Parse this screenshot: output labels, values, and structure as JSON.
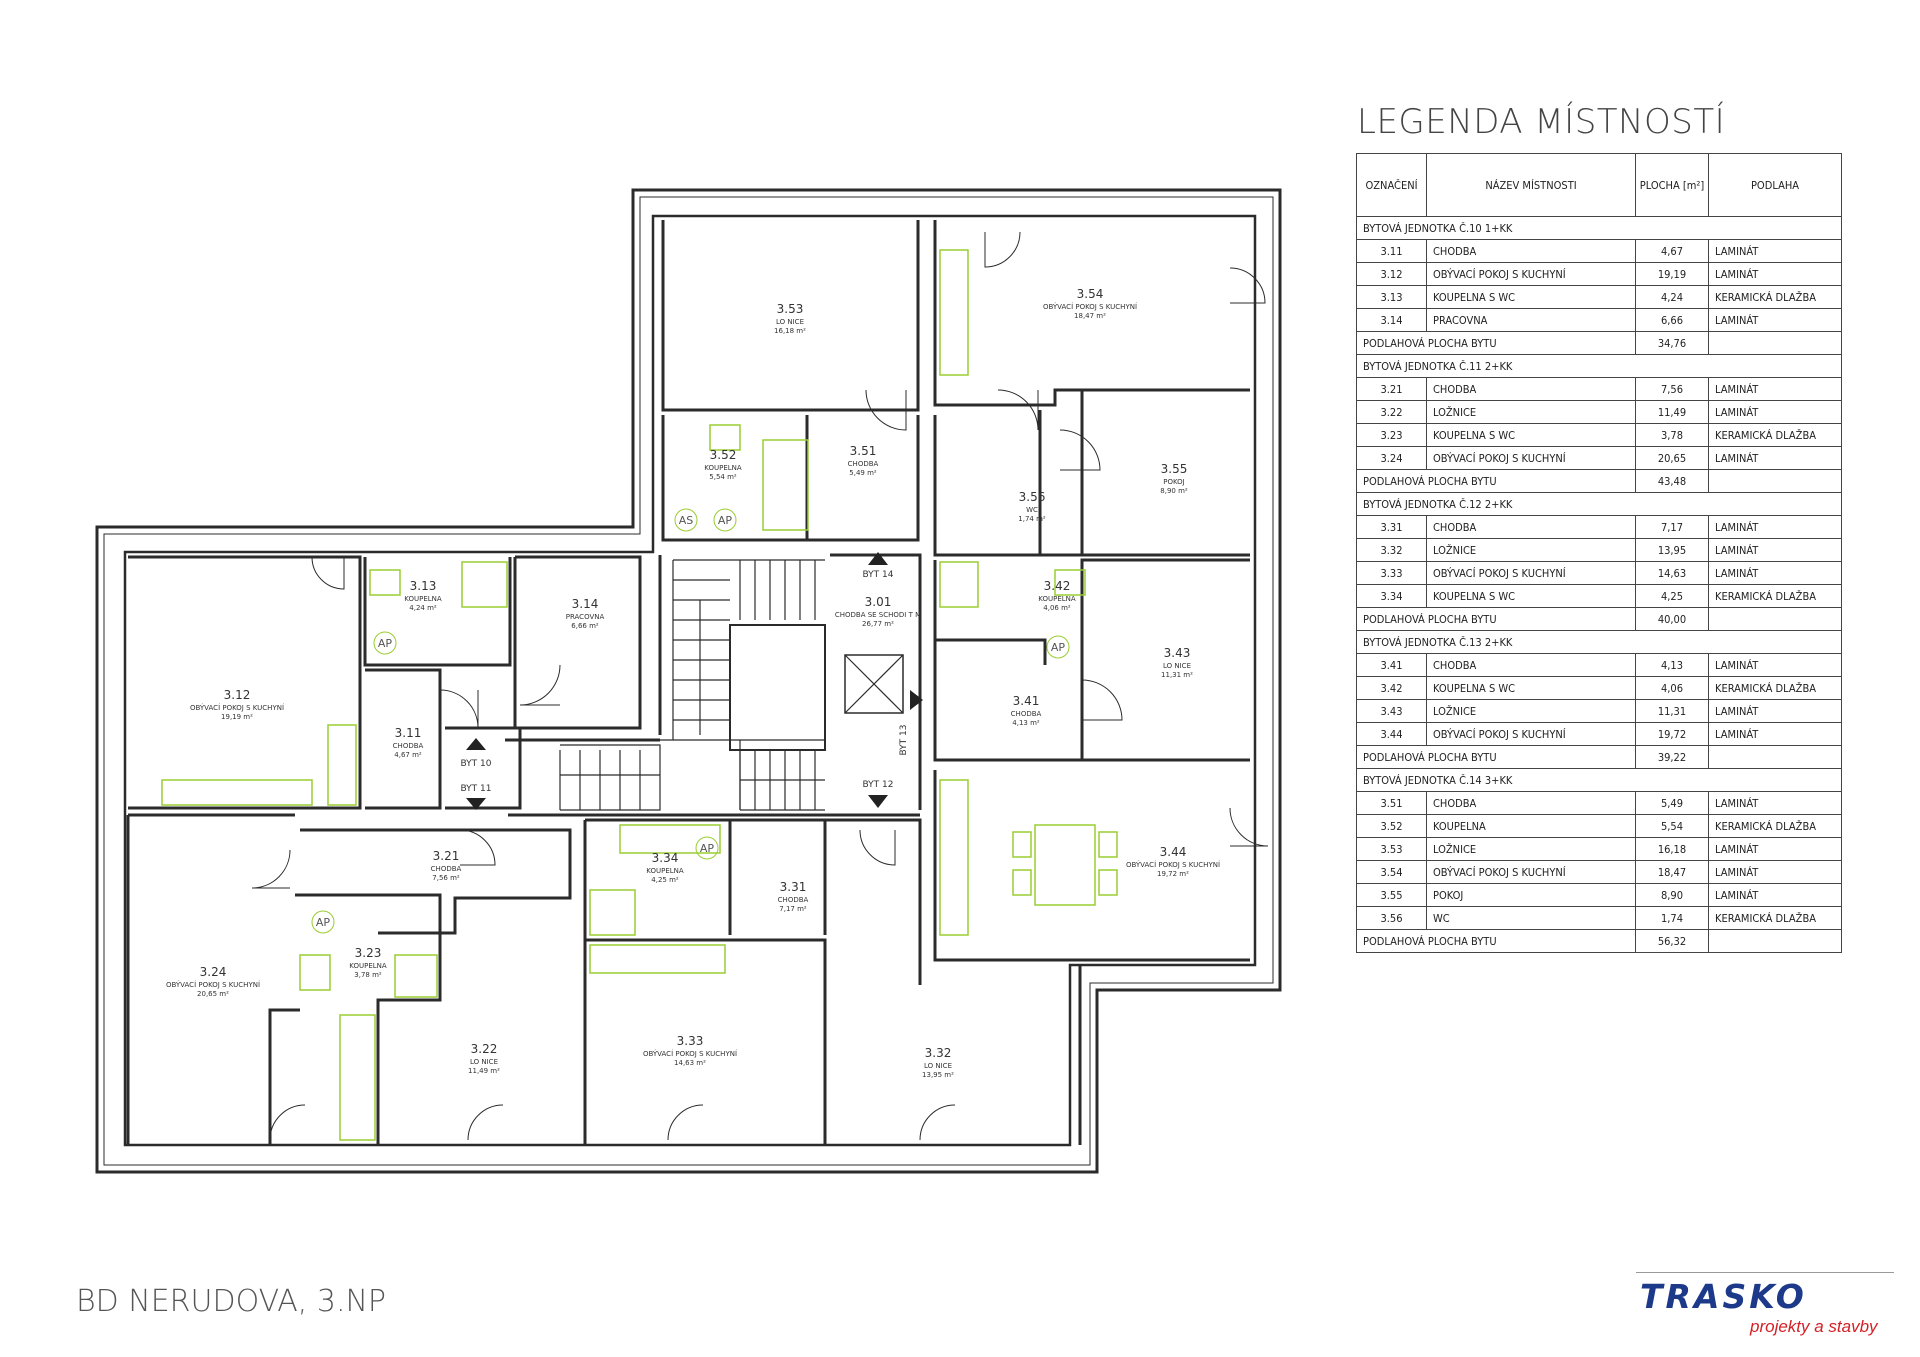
{
  "legend": {
    "title": "LEGENDA MÍSTNOSTÍ",
    "headers": [
      "OZNAČENÍ",
      "NÁZEV MÍSTNOSTI",
      "PLOCHA [m²]",
      "PODLAHA"
    ],
    "units": [
      {
        "name": "BYTOVÁ JEDNOTKA Č.10  1+KK",
        "rooms": [
          [
            "3.11",
            "CHODBA",
            "4,67",
            "LAMINÁT"
          ],
          [
            "3.12",
            "OBÝVACÍ POKOJ S KUCHYNÍ",
            "19,19",
            "LAMINÁT"
          ],
          [
            "3.13",
            "KOUPELNA S WC",
            "4,24",
            "KERAMICKÁ DLAŽBA"
          ],
          [
            "3.14",
            "PRACOVNA",
            "6,66",
            "LAMINÁT"
          ]
        ],
        "total_label": "PODLAHOVÁ PLOCHA BYTU",
        "total": "34,76"
      },
      {
        "name": "BYTOVÁ JEDNOTKA Č.11  2+KK",
        "rooms": [
          [
            "3.21",
            "CHODBA",
            "7,56",
            "LAMINÁT"
          ],
          [
            "3.22",
            "LOŽNICE",
            "11,49",
            "LAMINÁT"
          ],
          [
            "3.23",
            "KOUPELNA S WC",
            "3,78",
            "KERAMICKÁ DLAŽBA"
          ],
          [
            "3.24",
            "OBÝVACÍ POKOJ S KUCHYNÍ",
            "20,65",
            "LAMINÁT"
          ]
        ],
        "total_label": "PODLAHOVÁ PLOCHA BYTU",
        "total": "43,48"
      },
      {
        "name": "BYTOVÁ JEDNOTKA Č.12  2+KK",
        "rooms": [
          [
            "3.31",
            "CHODBA",
            "7,17",
            "LAMINÁT"
          ],
          [
            "3.32",
            "LOŽNICE",
            "13,95",
            "LAMINÁT"
          ],
          [
            "3.33",
            "OBÝVACÍ POKOJ S KUCHYNÍ",
            "14,63",
            "LAMINÁT"
          ],
          [
            "3.34",
            "KOUPELNA S WC",
            "4,25",
            "KERAMICKÁ DLAŽBA"
          ]
        ],
        "total_label": "PODLAHOVÁ PLOCHA BYTU",
        "total": "40,00"
      },
      {
        "name": "BYTOVÁ JEDNOTKA Č.13  2+KK",
        "rooms": [
          [
            "3.41",
            "CHODBA",
            "4,13",
            "LAMINÁT"
          ],
          [
            "3.42",
            "KOUPELNA S WC",
            "4,06",
            "KERAMICKÁ DLAŽBA"
          ],
          [
            "3.43",
            "LOŽNICE",
            "11,31",
            "LAMINÁT"
          ],
          [
            "3.44",
            "OBÝVACÍ POKOJ S KUCHYNÍ",
            "19,72",
            "LAMINÁT"
          ]
        ],
        "total_label": "PODLAHOVÁ PLOCHA BYTU",
        "total": "39,22"
      },
      {
        "name": "BYTOVÁ JEDNOTKA Č.14  3+KK",
        "rooms": [
          [
            "3.51",
            "CHODBA",
            "5,49",
            "LAMINÁT"
          ],
          [
            "3.52",
            "KOUPELNA",
            "5,54",
            "KERAMICKÁ DLAŽBA"
          ],
          [
            "3.53",
            "LOŽNICE",
            "16,18",
            "LAMINÁT"
          ],
          [
            "3.54",
            "OBÝVACÍ POKOJ S KUCHYNÍ",
            "18,47",
            "LAMINÁT"
          ],
          [
            "3.55",
            "POKOJ",
            "8,90",
            "LAMINÁT"
          ],
          [
            "3.56",
            "WC",
            "1,74",
            "KERAMICKÁ DLAŽBA"
          ]
        ],
        "total_label": "PODLAHOVÁ PLOCHA BYTU",
        "total": "56,32"
      }
    ]
  },
  "plan": {
    "title": "BD NERUDOVA, 3.NP",
    "rooms": [
      {
        "id": "3.53",
        "name": "LO NICE",
        "area": "16,18 m²"
      },
      {
        "id": "3.54",
        "name": "OBÝVACÍ POKOJ S KUCHYNÍ",
        "area": "18,47 m²"
      },
      {
        "id": "3.52",
        "name": "KOUPELNA",
        "area": "5,54 m²"
      },
      {
        "id": "3.51",
        "name": "CHODBA",
        "area": "5,49 m²"
      },
      {
        "id": "3.56",
        "name": "WC",
        "area": "1,74 m²"
      },
      {
        "id": "3.55",
        "name": "POKOJ",
        "area": "8,90 m²"
      },
      {
        "id": "3.13",
        "name": "KOUPELNA",
        "area": "4,24 m²"
      },
      {
        "id": "3.14",
        "name": "PRACOVNA",
        "area": "6,66 m²"
      },
      {
        "id": "3.01",
        "name": "CHODBA SE SCHODI T M",
        "area": "26,77 m²"
      },
      {
        "id": "3.42",
        "name": "KOUPELNA",
        "area": "4,06 m²"
      },
      {
        "id": "3.43",
        "name": "LO NICE",
        "area": "11,31 m²"
      },
      {
        "id": "3.12",
        "name": "OBÝVACÍ POKOJ S KUCHYNÍ",
        "area": "19,19 m²"
      },
      {
        "id": "3.11",
        "name": "CHODBA",
        "area": "4,67 m²"
      },
      {
        "id": "3.41",
        "name": "CHODBA",
        "area": "4,13 m²"
      },
      {
        "id": "3.44",
        "name": "OBÝVACÍ POKOJ S KUCHYNÍ",
        "area": "19,72 m²"
      },
      {
        "id": "3.21",
        "name": "CHODBA",
        "area": "7,56 m²"
      },
      {
        "id": "3.34",
        "name": "KOUPELNA",
        "area": "4,25 m²"
      },
      {
        "id": "3.31",
        "name": "CHODBA",
        "area": "7,17 m²"
      },
      {
        "id": "3.24",
        "name": "OBÝVACÍ POKOJ S KUCHYNÍ",
        "area": "20,65 m²"
      },
      {
        "id": "3.23",
        "name": "KOUPELNA",
        "area": "3,78 m²"
      },
      {
        "id": "3.22",
        "name": "LO NICE",
        "area": "11,49 m²"
      },
      {
        "id": "3.33",
        "name": "OBÝVACÍ POKOJ S KUCHYNÍ",
        "area": "14,63 m²"
      },
      {
        "id": "3.32",
        "name": "LO NICE",
        "area": "13,95 m²"
      }
    ],
    "unit_tags": [
      "BYT 14",
      "BYT 13",
      "BYT 12",
      "BYT 10",
      "BYT 11"
    ],
    "fixture_labels": [
      "AS",
      "AP"
    ]
  },
  "brand": {
    "name": "TRASKO",
    "tagline": "projekty a stavby",
    "primary": "#1d3a8a",
    "accent": "#d42026",
    "fixture_color": "#9acd32"
  }
}
